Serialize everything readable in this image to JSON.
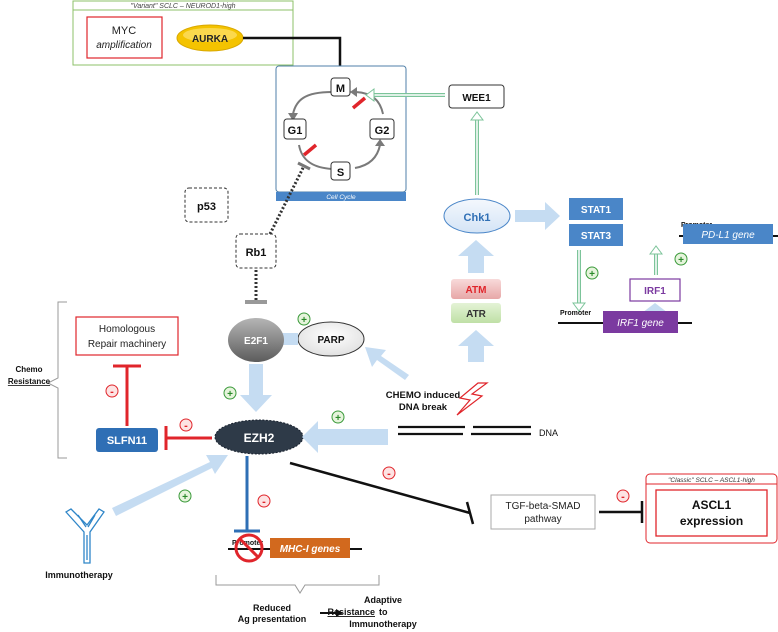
{
  "variant_box": {
    "title": "\"Variant\" SCLC – NEUROD1-high",
    "myc_line1": "MYC",
    "myc_line2": "amplification",
    "aurka": "AURKA"
  },
  "cell_cycle": {
    "label": "Cell Cycle",
    "phases": [
      "M",
      "G1",
      "G2",
      "S"
    ]
  },
  "wee1": "WEE1",
  "p53": "p53",
  "rb1": "Rb1",
  "chk1": "Chk1",
  "stat1": "STAT1",
  "stat3": "STAT3",
  "promoter_label": "Promoter",
  "pdl1_gene": "PD-L1 gene",
  "irf1": "IRF1",
  "irf1_gene": "IRF1 gene",
  "atm": "ATM",
  "atr": "ATR",
  "parp": "PARP",
  "e2f1": "E2F1",
  "ezh2": "EZH2",
  "hr_box": {
    "line1": "Homologous",
    "line2": "Repair machinery"
  },
  "chemo_resistance": {
    "line1": "Chemo",
    "line2": "Resistance"
  },
  "slfn11": "SLFN11",
  "chemo_break": {
    "line1": "CHEMO induced",
    "line2": "DNA break"
  },
  "dna": "DNA",
  "tgf": {
    "line1": "TGF-beta-SMAD",
    "line2": "pathway"
  },
  "classic_box": {
    "title": "\"Classic\" SCLC – ASCL1-high",
    "line1": "ASCL1",
    "line2": "expression"
  },
  "mhc_promoter": "Promoter",
  "mhc_genes": "MHC-I genes",
  "immunotherapy": "Immunotherapy",
  "reduced": {
    "line1": "Reduced",
    "line2": "Ag presentation"
  },
  "adaptive": {
    "line1": "Adaptive",
    "line2": "Resistance",
    "line3": "to",
    "line4": "Immunotherapy"
  },
  "signs": {
    "plus": "+",
    "minus": "-"
  },
  "colors": {
    "blue_box": "#4a86c8",
    "blue_arrow": "#c5dcf2",
    "green_arrow": "#7cc49a",
    "red": "#e0252b",
    "purple": "#7b3aa0",
    "orange": "#d2691e",
    "green_border": "#8cc06a",
    "dark_ezh2": "#2e3a48"
  }
}
